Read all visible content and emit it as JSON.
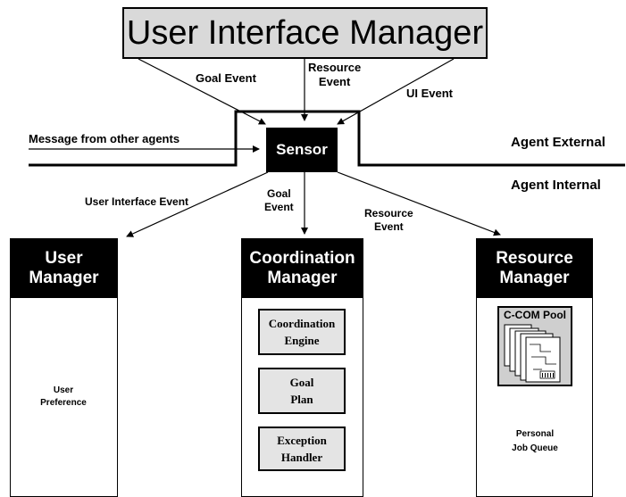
{
  "header": {
    "title": "User Interface Manager"
  },
  "events": {
    "goal_event": "Goal Event",
    "resource_event": "Resource\nEvent",
    "ui_event": "UI Event",
    "message": "Message from other agents",
    "user_interface_event": "User Interface Event",
    "goal_event_internal": "Goal\nEvent",
    "resource_event_internal": "Resource\nEvent"
  },
  "sensor": {
    "label": "Sensor"
  },
  "boundary": {
    "external": "Agent External",
    "internal": "Agent Internal"
  },
  "user_manager": {
    "title": "User\nManager",
    "db_label": "User\nPreference"
  },
  "coordination_manager": {
    "title": "Coordination\nManager",
    "modules": [
      "Coordination\nEngine",
      "Goal\nPlan",
      "Exception\nHandler"
    ]
  },
  "resource_manager": {
    "title": "Resource\nManager",
    "pool_title": "C-COM Pool",
    "db_label": "Personal\nJob Queue"
  }
}
